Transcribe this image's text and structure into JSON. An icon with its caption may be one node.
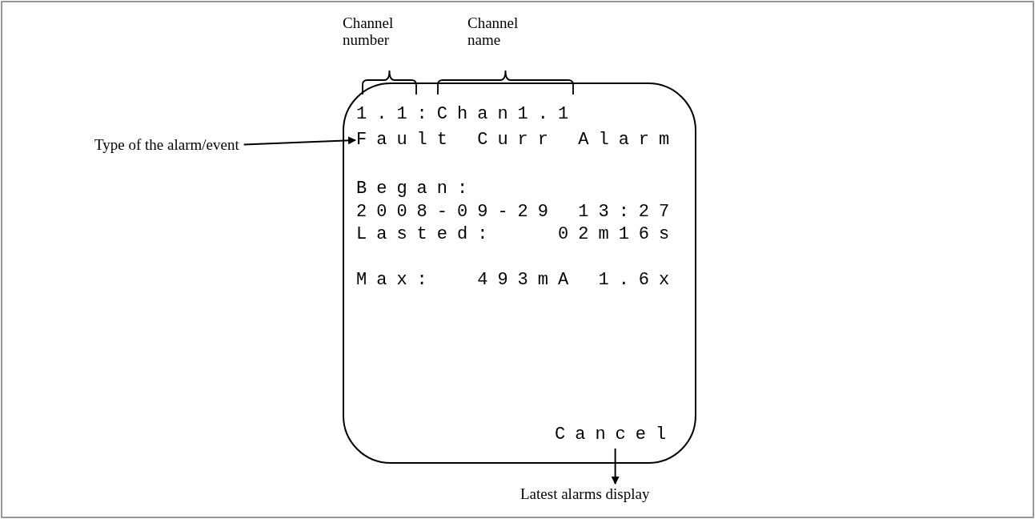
{
  "diagram": {
    "nodes": [
      {
        "text": [],
        "shape": "box"
      },
      {
        "text": [
          "1.1:Chan1.1"
        ],
        "in": 0
      },
      {
        "text": [
          "Fault Curr Alarm"
        ],
        "in": 0
      },
      {
        "text": [
          "Began:"
        ],
        "in": 0
      },
      {
        "text": [
          "2008-09-29 13:27"
        ],
        "in": 0
      },
      {
        "text": [
          "Lasted:   02m16s"
        ],
        "in": 0
      },
      {
        "text": [
          "Max:  493mA 1.6x"
        ],
        "in": 0
      },
      {
        "text": [
          "Cancel"
        ],
        "in": 0
      },
      {
        "text": [
          "Type of the alarm/event"
        ]
      },
      {
        "text": [
          "Latest alarms display"
        ]
      }
    ],
    "edges": [
      {
        "from": 8,
        "to": 2,
        "arrow": "to"
      },
      {
        "from": 7,
        "to": 9,
        "arrow": "to"
      }
    ],
    "labels": [
      "Channel number",
      "Channel name"
    ]
  }
}
